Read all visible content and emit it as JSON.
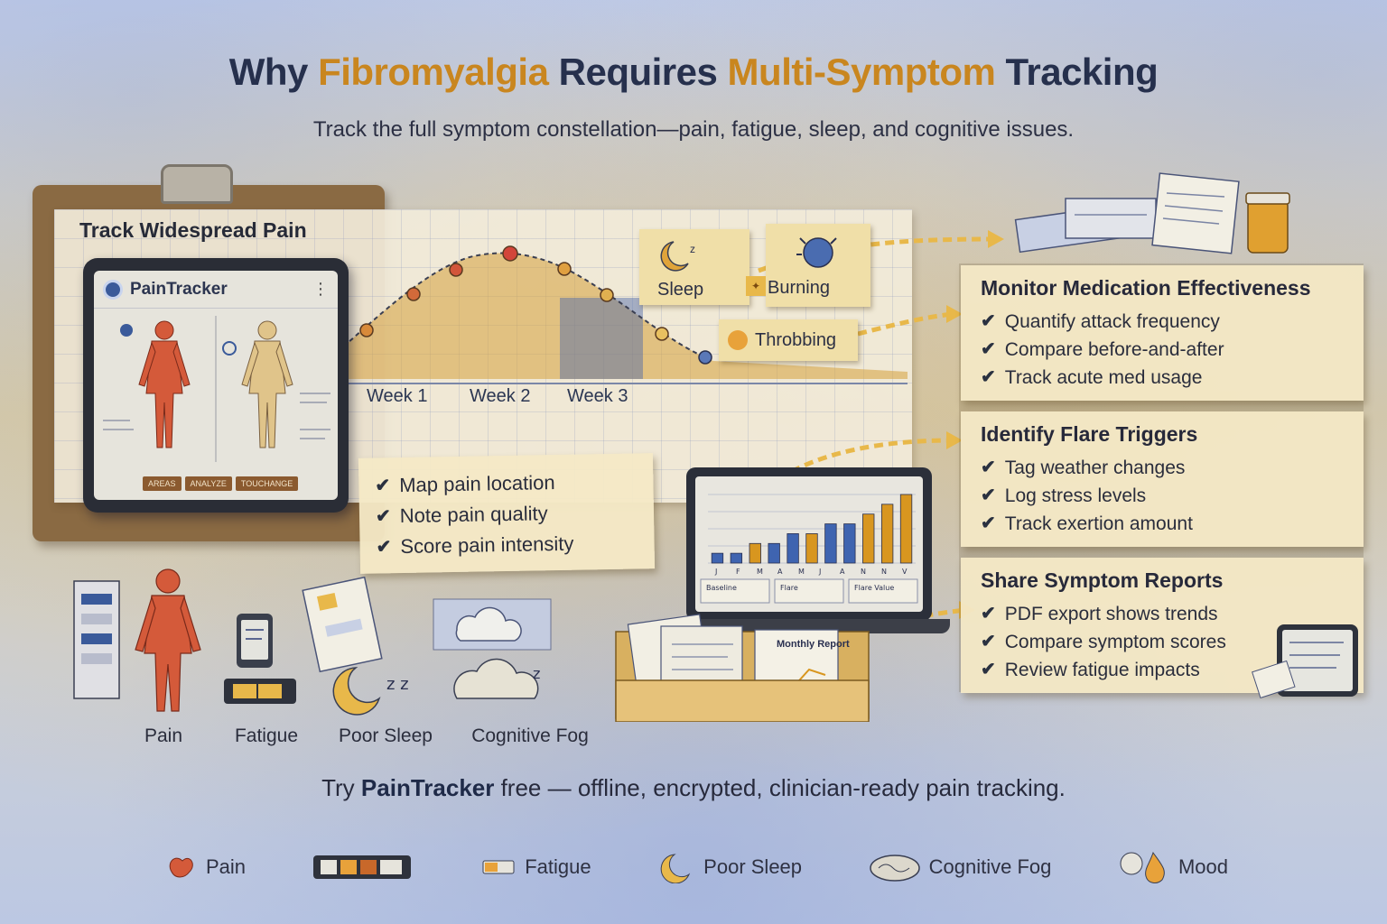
{
  "title": {
    "part1": "Why ",
    "part2": "Fibromyalgia",
    "part3": " Requires ",
    "part4": "Multi-Symptom",
    "part5": " Tracking"
  },
  "subtitle": "Track the full symptom constellation—pain, fatigue, sleep, and cognitive issues.",
  "pain_panel": {
    "heading": "Track Widespread Pain",
    "app_name": "PainTracker",
    "screen_chips": [
      "AREAS",
      "ANALYZE",
      "TOUCHANGE"
    ],
    "weeks": [
      "Week 1",
      "Week 2",
      "Week 3"
    ],
    "pain_tags": [
      "Sleep",
      "Burning",
      "Throbbing"
    ],
    "checklist": [
      "Map pain location",
      "Note pain quality",
      "Score pain intensity"
    ]
  },
  "cards": [
    {
      "heading": "Monitor Medication Effectiveness",
      "items": [
        "Quantify attack frequency",
        "Compare before-and-after",
        "Track acute med usage"
      ]
    },
    {
      "heading": "Identify Flare Triggers",
      "items": [
        "Tag weather changes",
        "Log stress levels",
        "Track exertion amount"
      ]
    },
    {
      "heading": "Share Symptom Reports",
      "items": [
        "PDF export shows trends",
        "Compare symptom scores",
        "Review fatigue impacts"
      ]
    }
  ],
  "symptom_icons": [
    "Pain",
    "Fatigue",
    "Poor Sleep",
    "Cognitive Fog"
  ],
  "laptop": {
    "bar_values": [
      1,
      1,
      2,
      2,
      3,
      3,
      4,
      4,
      5,
      6,
      7
    ],
    "x_labels": [
      "J",
      "F",
      "M",
      "A",
      "M",
      "J",
      "A",
      "N",
      "N",
      "V"
    ],
    "footer": [
      "Baseline",
      "Flare",
      "Flare Value"
    ]
  },
  "report_title": "Monthly Report",
  "cta": {
    "pre": "Try ",
    "brand": "PainTracker",
    "post": " free — offline, encrypted, clinician-ready pain tracking."
  },
  "legend": [
    "Pain",
    "Fatigue",
    "Poor Sleep",
    "Cognitive Fog",
    "Mood"
  ],
  "colors": {
    "accent": "#c9861f",
    "navy": "#26304d",
    "pain_red": "#d45a3a",
    "bar_blue": "#3f64b0",
    "bar_gold": "#d8961f"
  }
}
